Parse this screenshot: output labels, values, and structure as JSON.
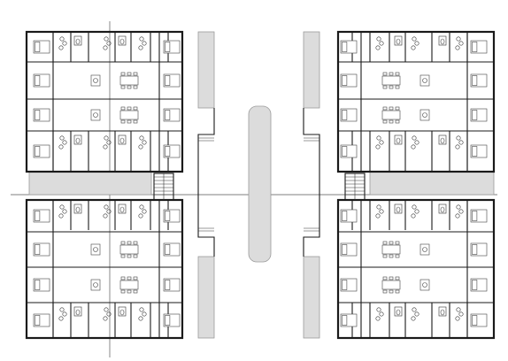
{
  "drawing": {
    "type": "architectural floor plan",
    "blocks": [
      "west-block",
      "east-block"
    ],
    "units_per_block": 12,
    "colors": {
      "line": "#1a1a1a",
      "fill_gray": "#dcdcdc",
      "background": "#ffffff"
    }
  }
}
